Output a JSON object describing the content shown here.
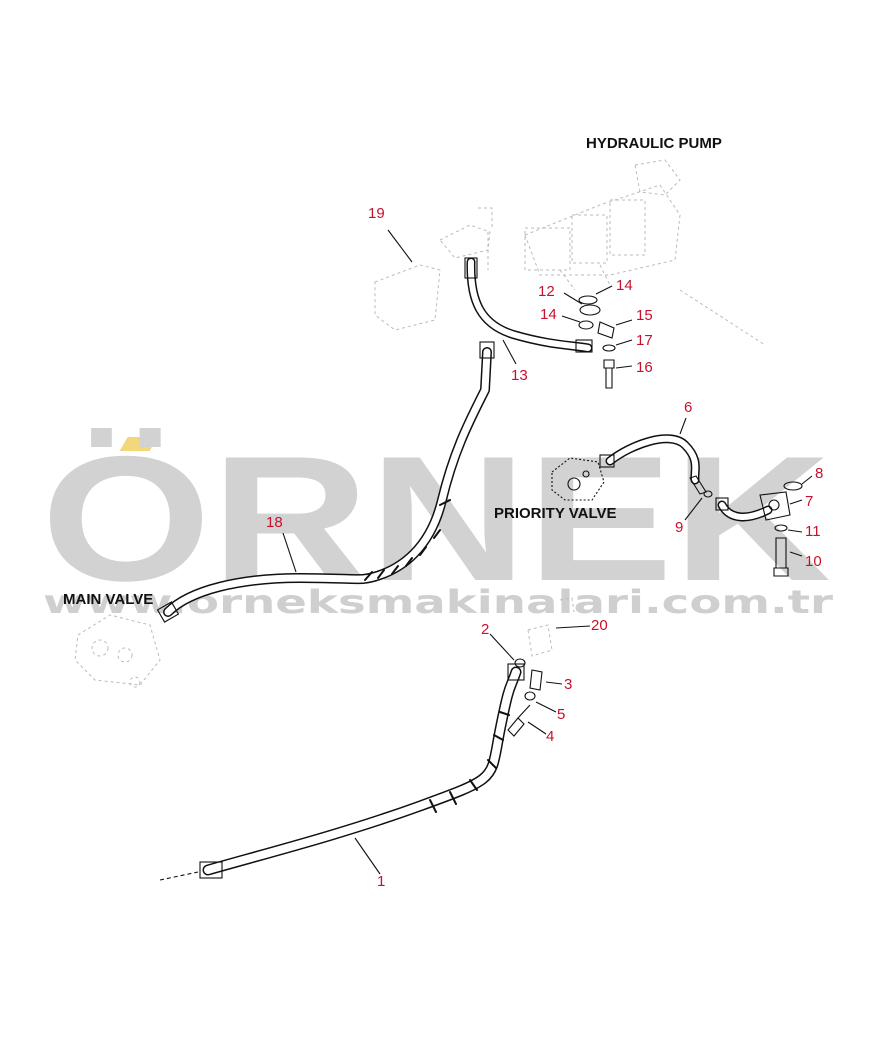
{
  "labels": {
    "hydraulic_pump": "HYDRAULIC PUMP",
    "priority_valve": "PRIORITY VALVE",
    "main_valve": "MAIN VALVE"
  },
  "watermark": {
    "brand": "ÖRNEK",
    "url": "www.orneksmakinalari.com.tr"
  },
  "callouts": {
    "c1": "1",
    "c2": "2",
    "c3": "3",
    "c4": "4",
    "c5": "5",
    "c6": "6",
    "c7": "7",
    "c8": "8",
    "c9": "9",
    "c10": "10",
    "c11": "11",
    "c12": "12",
    "c13": "13",
    "c14a": "14",
    "c14b": "14",
    "c15": "15",
    "c16": "16",
    "c17": "17",
    "c18": "18",
    "c19": "19",
    "c20": "20"
  },
  "colors": {
    "callout": "#c8102e",
    "watermark": "#d2d2d2",
    "watermark_accent": "#f4d77a",
    "line": "#111111"
  }
}
